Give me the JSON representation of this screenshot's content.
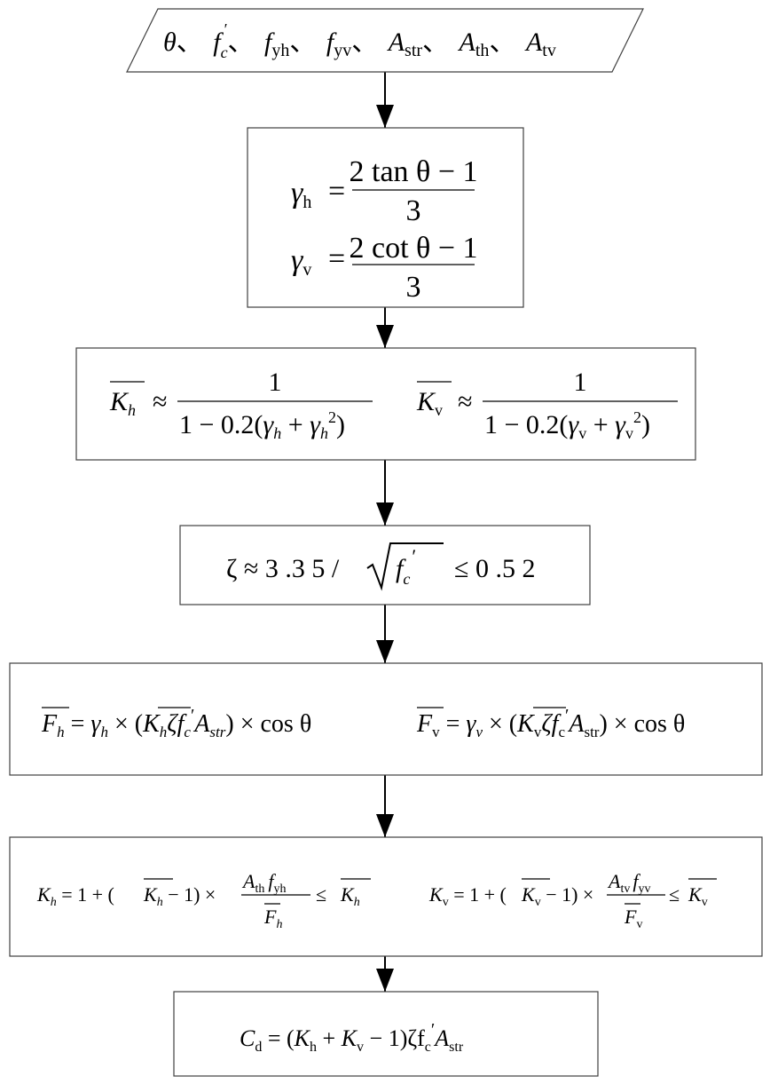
{
  "input": {
    "theta": "θ",
    "sep": "、",
    "f": "f",
    "c": "c",
    "prime": "′",
    "yh": "yh",
    "yv": "yv",
    "A": "A",
    "str": "str",
    "th": "th",
    "tv": "tv"
  },
  "gamma_box": {
    "gamma": "γ",
    "h": "h",
    "v": "v",
    "eq": "=",
    "num_h": "2 tan θ − 1",
    "num_v": "2 cot θ − 1",
    "den": "3"
  },
  "kbar_box": {
    "K": "K",
    "h": "h",
    "v": "v",
    "approx": "≈",
    "one": "1",
    "den_prefix": "1 − 0.2(",
    "gamma": "γ",
    "plus": " + ",
    "sq": "2",
    "close": ")"
  },
  "zeta_box": {
    "lhs": "ζ  ≈  3 .3 5 /",
    "f": "f",
    "c": "c",
    "prime": "′",
    "rhs": "≤  0 .5 2"
  },
  "fbar_box": {
    "F": "F",
    "h": "h",
    "v": "v",
    "eq": " = ",
    "gamma": "γ",
    "times_open": " × (",
    "K": "K",
    "zeta_f": "ζf",
    "c": "c",
    "prime": "′",
    "A": "A",
    "str": "str",
    "times_cos": ") × cos θ"
  },
  "k_box": {
    "K": "K",
    "h": "h",
    "v": "v",
    "eq_open": " = 1 + (",
    "minus_times": " − 1) ×",
    "A": "A",
    "th": "th",
    "tv": "tv",
    "f": "f",
    "yh": "yh",
    "yv": "yv",
    "F": "F",
    "le": "≤"
  },
  "cd_box": {
    "C": "C",
    "d": "d",
    "eq_open": " = (",
    "K": "K",
    "h": "h",
    "v": "v",
    "plus": " + ",
    "minus_close": " − 1)ζf",
    "c": "c",
    "prime": "′",
    "A": "A",
    "str": "str"
  }
}
